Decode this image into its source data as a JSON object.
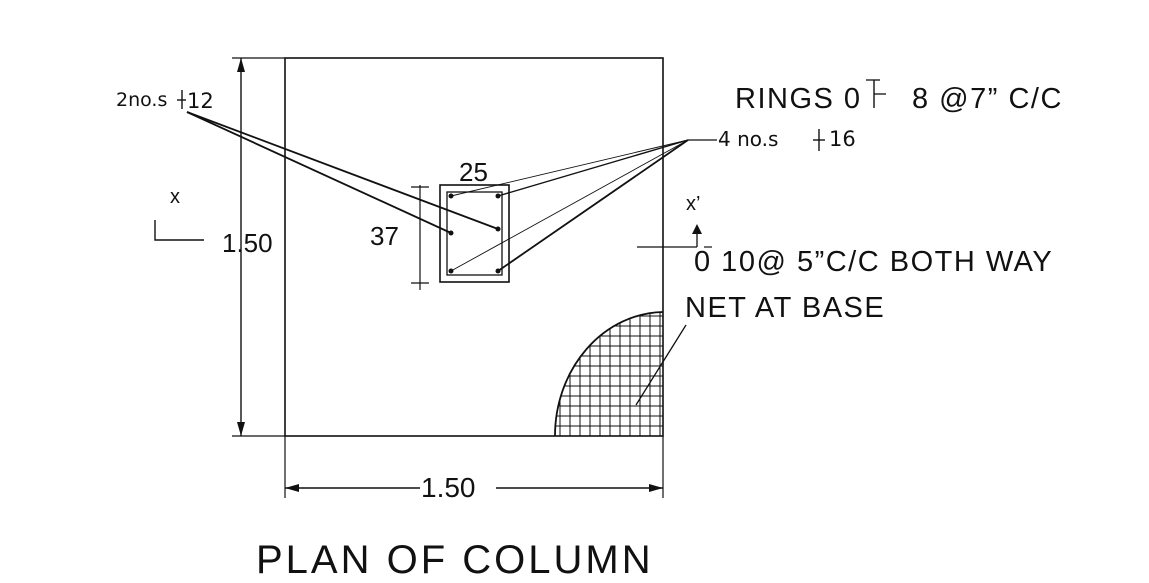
{
  "title": "PLAN OF COLUMN",
  "dimensions": {
    "footing_width": "1.50",
    "footing_depth": "1.50",
    "column_width": "25",
    "column_depth": "37"
  },
  "labels": {
    "column_bars": "2no.s",
    "column_bars_size": "12",
    "corner_bars": "4 no.s",
    "corner_bars_size": "16",
    "rings_prefix": "RINGS 0",
    "rings_spacing": "8 @7” C/C",
    "base_mesh": "0 10@ 5”C/C  BOTH WAY",
    "net": "NET AT BASE",
    "axis_x": "x",
    "axis_x_prime": "x’"
  },
  "colors": {
    "line": "#111111",
    "background": "#ffffff"
  }
}
